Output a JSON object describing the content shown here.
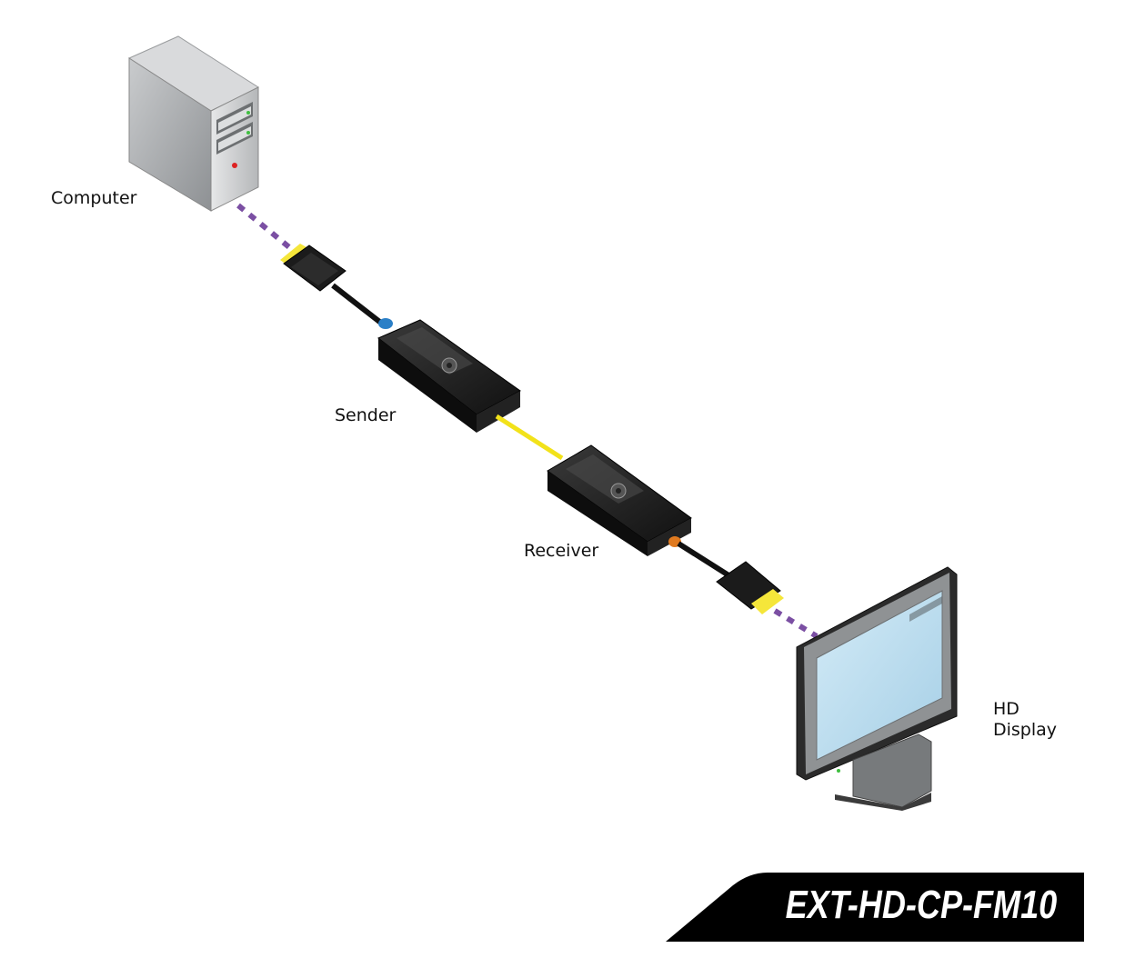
{
  "labels": {
    "computer": "Computer",
    "sender": "Sender",
    "receiver": "Receiver",
    "display_line1": "HD",
    "display_line2": "Display"
  },
  "model": "EXT-HD-CP-FM10",
  "colors": {
    "hdmi_link": "#7b4fa3",
    "fiber_link": "#f2e21a",
    "connector_tip": "#f5e63a",
    "device_body": "#1a1a1a",
    "screen": "#b9dcef",
    "banner": "#000000"
  }
}
